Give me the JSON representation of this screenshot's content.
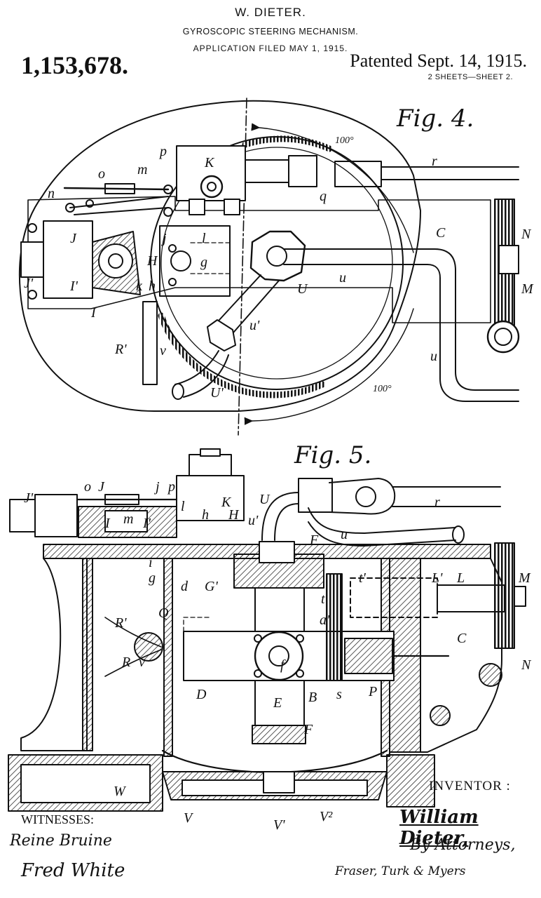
{
  "header": {
    "inventor": "W. DIETER.",
    "title": "GYROSCOPIC STEERING MECHANISM.",
    "application": "APPLICATION FILED MAY 1, 1915.",
    "patent_number": "1,153,678.",
    "patented": "Patented Sept. 14, 1915.",
    "sheets": "2 SHEETS—SHEET 2."
  },
  "figures": {
    "fig4": {
      "title": "Fig. 4.",
      "degree_top": "100°",
      "degree_bottom": "100°",
      "labels": {
        "p": "p",
        "K": "K",
        "r": "r",
        "o": "o",
        "m": "m",
        "n": "n",
        "q": "q",
        "J": "J",
        "j": "j",
        "l": "l",
        "C": "C",
        "N": "N",
        "J1": "J'",
        "H": "H",
        "g": "g",
        "I1": "I'",
        "k": "k",
        "h": "h",
        "I": "I",
        "U": "U",
        "u": "u",
        "M": "M",
        "u1": "u'",
        "R1": "R'",
        "v": "v",
        "u_low": "u",
        "U1": "U'"
      }
    },
    "fig5": {
      "title": "Fig. 5.",
      "labels": {
        "J1": "J'",
        "o": "o",
        "J": "J",
        "j": "j",
        "p": "p",
        "K": "K",
        "U": "U",
        "r": "r",
        "l": "l",
        "u1": "u'",
        "I": "I",
        "m": "m",
        "I1": "I'",
        "h": "h",
        "H": "H",
        "F_top": "F",
        "u": "u",
        "i": "i",
        "g": "g",
        "d": "d",
        "G1": "G'",
        "t1": "t'",
        "L1": "L'",
        "L": "L",
        "M": "M",
        "Q": "Q",
        "t": "t",
        "R1": "R'",
        "a1": "a'",
        "C": "C",
        "f": "f",
        "R": "R",
        "v": "v",
        "D": "D",
        "E": "E",
        "B": "B",
        "s": "s",
        "P": "P",
        "N": "N",
        "F_bottom": "F",
        "W": "W",
        "V": "V",
        "V1": "V'",
        "V2": "V²"
      }
    }
  },
  "signatures": {
    "inventor_label": "INVENTOR :",
    "inventor_signature": "William Dieter,",
    "attorneys_label": "By Attorneys,",
    "attorneys_signature": "Fraser, Turk & Myers",
    "witnesses_label": "WITNESSES:",
    "witness_1": "Reine Bruine",
    "witness_2": "Fred White"
  }
}
